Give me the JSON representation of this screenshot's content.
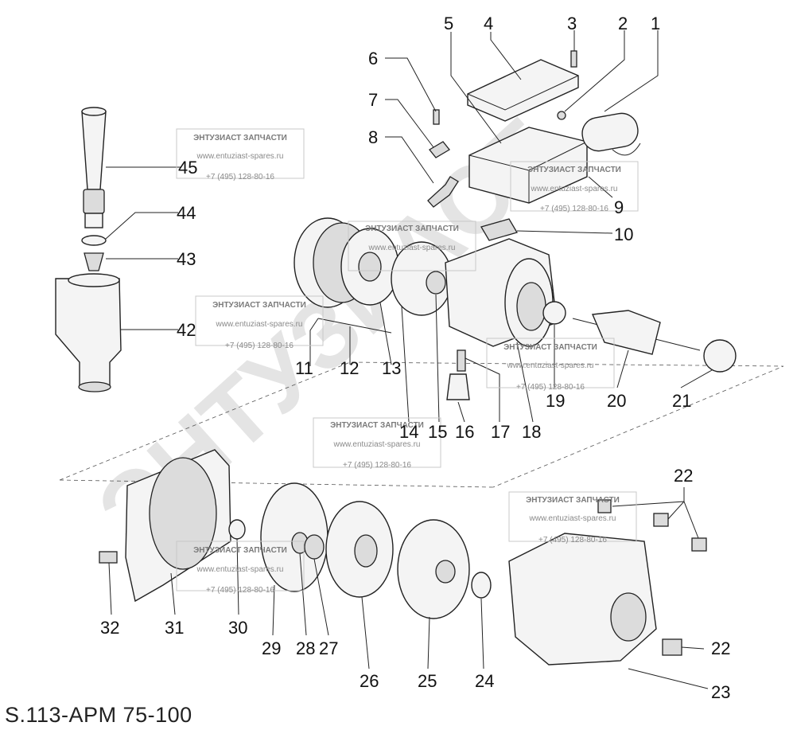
{
  "title": "S.113-APM 75-100",
  "watermark": {
    "brand": "ЭНТУЗИАСТ",
    "stamp_line1": "ЭНТУЗИАСТ ЗАПЧАСТИ",
    "stamp_line2": "www.entuziast-spares.ru",
    "stamp_line3": "+7 (495) 128-80-16"
  },
  "part_numbers": [
    "1",
    "2",
    "3",
    "4",
    "5",
    "6",
    "7",
    "8",
    "9",
    "10",
    "11",
    "12",
    "13",
    "14",
    "15",
    "16",
    "17",
    "18",
    "19",
    "20",
    "21",
    "22",
    "22",
    "23",
    "24",
    "25",
    "26",
    "27",
    "28",
    "29",
    "30",
    "31",
    "32",
    "42",
    "43",
    "44",
    "45"
  ]
}
